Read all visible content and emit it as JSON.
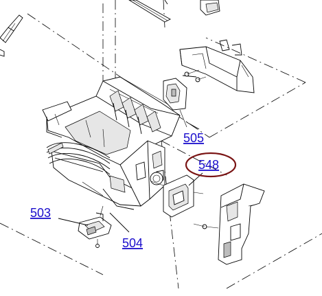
{
  "callouts": [
    {
      "id": "503",
      "label": "503"
    },
    {
      "id": "504",
      "label": "504"
    },
    {
      "id": "505",
      "label": "505"
    },
    {
      "id": "548",
      "label": "548",
      "highlighted": true
    }
  ],
  "colors": {
    "link": "#1a0dcc",
    "highlight_ring": "#7a1414",
    "line": "#000000",
    "background": "#ffffff"
  }
}
